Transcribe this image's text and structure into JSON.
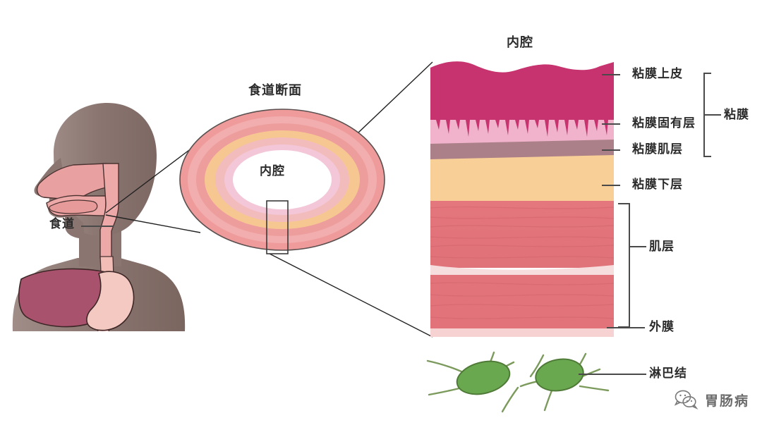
{
  "figure": {
    "top_title": "内腔",
    "cross_section_title": "食道断面",
    "cross_section_center_label": "内腔",
    "body_label": "食道"
  },
  "wall_layers": [
    {
      "key": "epithelium",
      "label": "粘膜上皮",
      "color": "#c6336f"
    },
    {
      "key": "lamina_propria",
      "label": "粘膜固有层",
      "color": "#f0b3cb"
    },
    {
      "key": "muscularis_mucosae",
      "label": "粘膜肌层",
      "color": "#ac8089"
    },
    {
      "key": "submucosa",
      "label": "粘膜下层",
      "color": "#f8cf96"
    },
    {
      "key": "muscularis_propria",
      "label": "肌层",
      "color": "#e2737b"
    },
    {
      "key": "adventitia",
      "label": "外膜",
      "color": "#f6d2d2"
    },
    {
      "key": "lymph_node",
      "label": "淋巴结",
      "color": "#6aa84f"
    }
  ],
  "brackets": [
    {
      "key": "mucosa",
      "label": "粘膜"
    },
    {
      "key": "muscular",
      "label": "肌层"
    }
  ],
  "cross_section_rings": [
    {
      "key": "ring-adventitia",
      "color": "#ef9b9b"
    },
    {
      "key": "ring-muscular",
      "color": "#f2aeae"
    },
    {
      "key": "ring-submucosa",
      "color": "#f7c792"
    },
    {
      "key": "ring-mucosa",
      "color": "#f3bcbc"
    },
    {
      "key": "ring-epithelium",
      "color": "#f3c7d8"
    },
    {
      "key": "ring-lumen",
      "color": "#ffffff"
    }
  ],
  "watermark": {
    "text": "胃肠病",
    "icon": "wechat-icon"
  },
  "palette": {
    "skin": "#8a7570",
    "mucosa_pink": "#e9a0a0",
    "liver": "#a8526e",
    "stomach": "#f4c9c2",
    "line": "#4a4a4a",
    "label_text": "#2b2b2b"
  }
}
